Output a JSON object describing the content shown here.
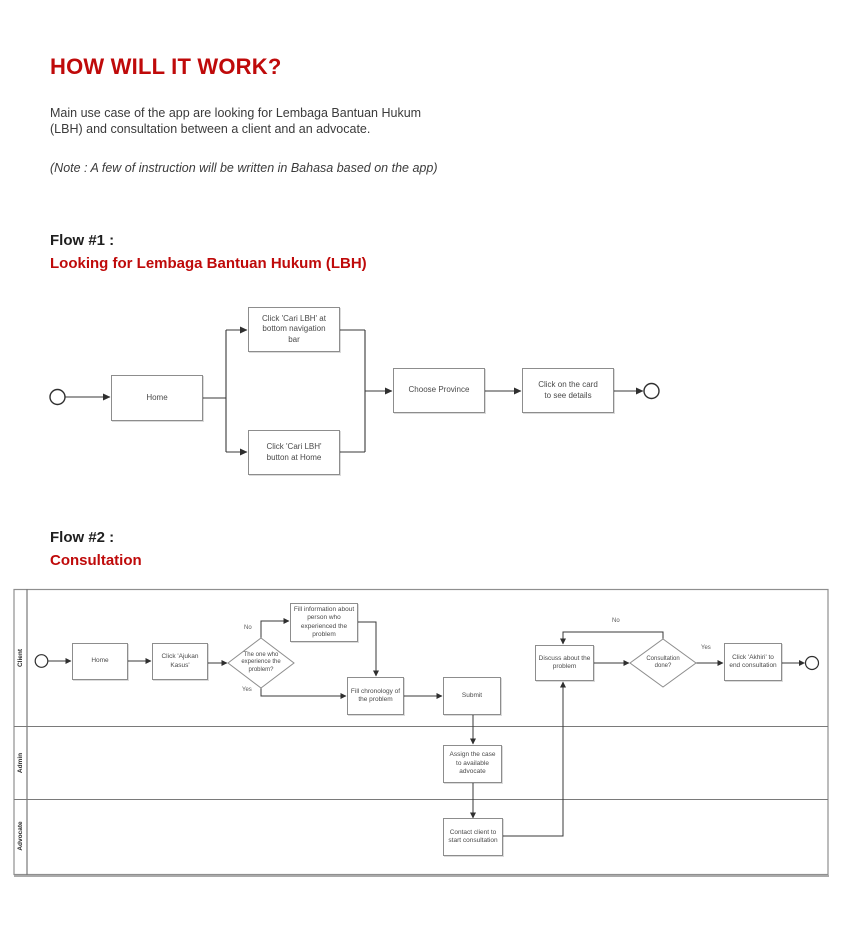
{
  "page": {
    "title": "HOW WILL IT WORK?",
    "intro": [
      "Main use case of the app are looking for Lembaga Bantuan Hukum",
      "(LBH) and consultation between a client and an advocate."
    ],
    "note": "(Note : A few of instruction will be written in Bahasa based on the app)"
  },
  "colors": {
    "heading_red": "#bf0a0a",
    "body_text": "#3b3b3b",
    "box_border": "#8d8d8d",
    "connector": "#383838"
  },
  "flow1": {
    "heading": "Flow #1 :",
    "subheading": "Looking for Lembaga Bantuan Hukum (LBH)",
    "nodes": {
      "home": "Home",
      "nav": "Click 'Cari LBH' at bottom navigation bar",
      "home_btn": "Click 'Cari LBH' button at Home",
      "province": "Choose Province",
      "card": "Click on the card to see details"
    }
  },
  "flow2": {
    "heading": "Flow #2 :",
    "subheading": "Consultation",
    "lanes": [
      "Client",
      "Admin",
      "Advocate"
    ],
    "nodes": {
      "home": "Home",
      "ajukan": "Click 'Ajukan Kasus'",
      "who": "The one who experience the problem?",
      "fill_info": "Fill information about person who experienced the problem",
      "chronology": "Fill chronology of the problem",
      "submit": "Submit",
      "assign": "Assign the case to available advocate",
      "contact": "Contact client to start consultation",
      "discuss": "Discuss about the problem",
      "done": "Consultation done?",
      "akhiri": "Click 'Akhiri' to end consultation"
    },
    "labels": {
      "no1": "No",
      "yes1": "Yes",
      "no2": "No",
      "yes2": "Yes"
    }
  }
}
